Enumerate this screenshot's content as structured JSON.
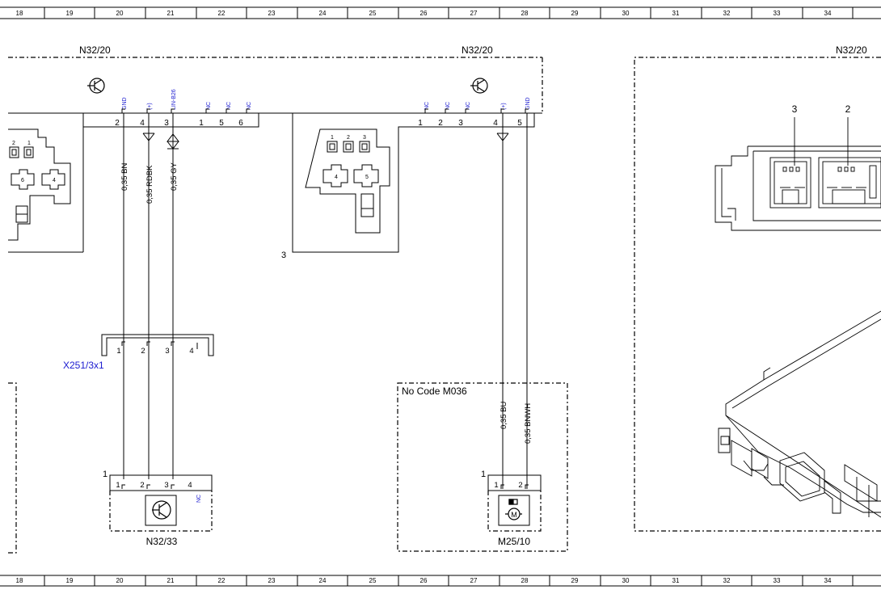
{
  "ruler": {
    "columns": [
      "18",
      "19",
      "20",
      "21",
      "22",
      "23",
      "24",
      "25",
      "26",
      "27",
      "28",
      "29",
      "30",
      "31",
      "32",
      "33",
      "34"
    ]
  },
  "components": {
    "n32_20_left": "N32/20",
    "n32_20_mid": "N32/20",
    "n32_20_right": "N32/20",
    "n32_33": "N32/33",
    "m25_10": "M25/10",
    "x251": "X251/3x1",
    "no_code": "No Code M036"
  },
  "left_pins": {
    "signals": [
      "GND",
      "(+)",
      "LIN-B26",
      "NC",
      "NC",
      "NC"
    ],
    "numbers": [
      "2",
      "4",
      "3",
      "1",
      "5",
      "6"
    ]
  },
  "mid_pins": {
    "signals": [
      "NC",
      "NC",
      "NC",
      "(+)",
      "GND"
    ],
    "numbers": [
      "1",
      "2",
      "3",
      "4",
      "5"
    ]
  },
  "wires": {
    "w1": "0,35 BN",
    "w2": "0,35 RDBK",
    "w3": "0,35 GY",
    "w4": "0,35 BU",
    "w5": "0,35 BNWH"
  },
  "x251_pins": [
    "1",
    "2",
    "3",
    "4"
  ],
  "n32_33_pins": [
    "1",
    "2",
    "3",
    "4"
  ],
  "n32_33_nc": "NC",
  "m25_10_pins": [
    "1",
    "2"
  ],
  "ref_labels": {
    "n32_33_ref": "1",
    "m25_10_ref": "1",
    "mid_ref": "3"
  },
  "connector_left": {
    "cells": [
      "2",
      "1"
    ],
    "sockets": [
      "6",
      "4"
    ]
  },
  "connector_mid": {
    "cells": [
      "1",
      "2",
      "3"
    ],
    "sockets": [
      "4",
      "5"
    ]
  },
  "module_right": {
    "callouts": [
      "3",
      "2"
    ]
  },
  "colors": {
    "signal_text": "#1a1ad0",
    "line": "#000000"
  }
}
